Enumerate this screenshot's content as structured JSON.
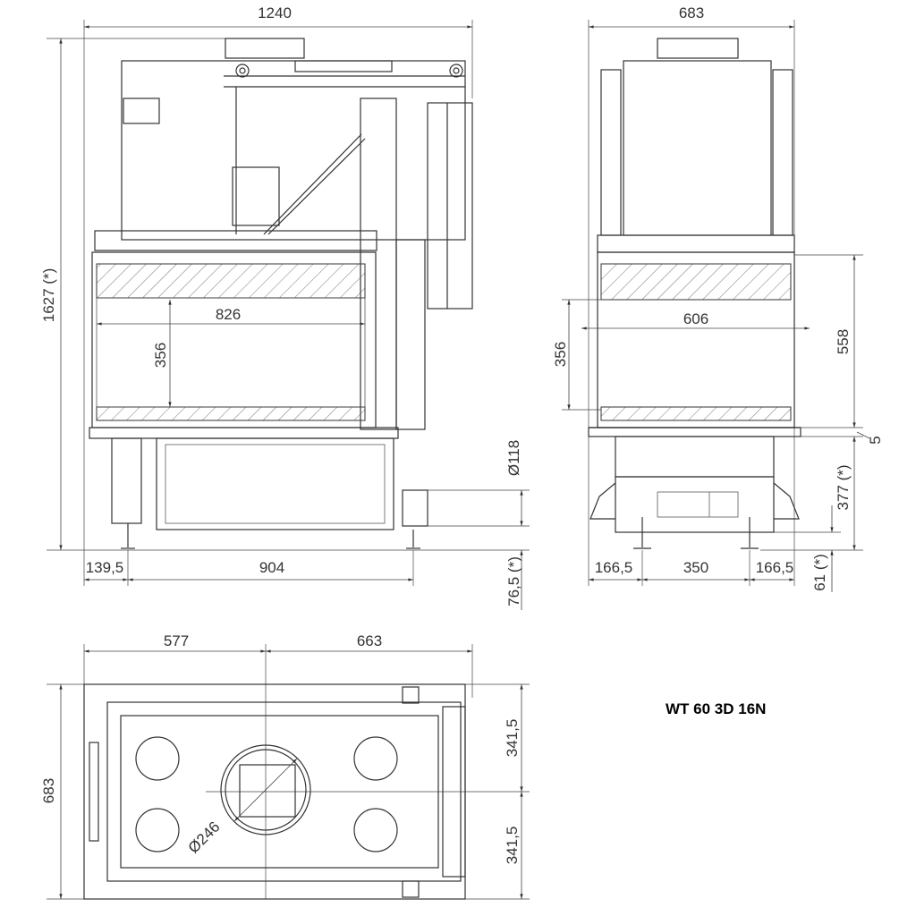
{
  "title": "WT 60 3D 16N",
  "front_view": {
    "width": "1240",
    "height": "1627 (*)",
    "glass_width": "826",
    "glass_height": "356",
    "air_inlet_diameter": "Ø118",
    "leg_offset": "139,5",
    "leg_spacing": "904",
    "leg_height": "76,5 (*)"
  },
  "side_view": {
    "width": "683",
    "glass_width": "606",
    "glass_height": "356",
    "firebox_height": "558",
    "gap": "5",
    "base_height": "377 (*)",
    "leg_offset_left": "166,5",
    "leg_spacing": "350",
    "leg_offset_right": "166,5",
    "leg_height": "61 (*)"
  },
  "top_view": {
    "left_width": "577",
    "right_width": "663",
    "depth": "683",
    "half_depth_top": "341,5",
    "half_depth_bottom": "341,5",
    "flue_diameter": "Ø246"
  }
}
